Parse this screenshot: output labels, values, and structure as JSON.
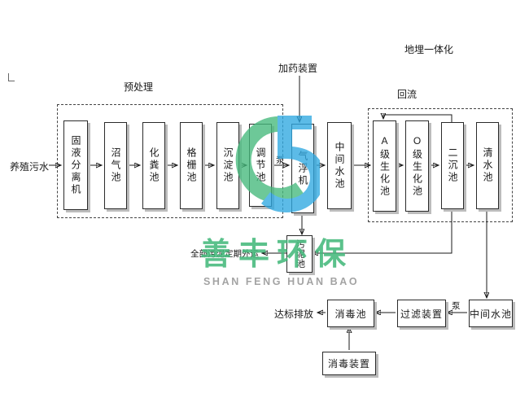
{
  "source_label": "养殖污水",
  "pretreatment": {
    "title": "预处理",
    "boxes": [
      "固液分离机",
      "沼气池",
      "化粪池",
      "格栅池",
      "沉淀池",
      "调节池"
    ]
  },
  "middle": {
    "dosing_label": "加药装置",
    "pump_label": "泵",
    "air_flotation": "气浮机",
    "mid_pool": "中间水池"
  },
  "buried": {
    "title": "地埋一体化",
    "reflux_label": "回流",
    "boxes": [
      "A级生化池",
      "O级生化池",
      "二沉池",
      "清水池"
    ]
  },
  "bottom": {
    "mid_pool": "中间水池",
    "pump_label": "泵",
    "filter": "过滤装置",
    "disinfect_pool": "消毒池",
    "discharge_label": "达标排放",
    "disinfect_device": "消毒装置"
  },
  "sludge": {
    "pool": "污泥池",
    "out_label": "全部污泥定期外运"
  },
  "watermark": {
    "cn": "善丰环保",
    "en": "SHAN FENG HUAN BAO",
    "green": "#45b97c",
    "blue": "#2fa8e1"
  }
}
